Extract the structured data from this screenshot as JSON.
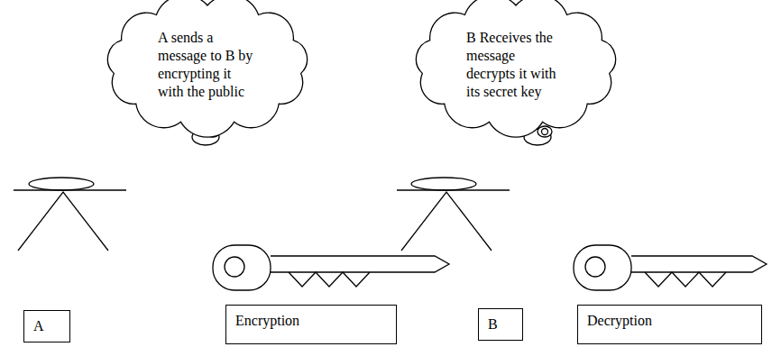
{
  "diagram": {
    "nodes": [
      {
        "text": [
          "A sends a message to B by encrypting it with the public"
        ]
      },
      {
        "text": [
          "B Receives the message decrypts it with its secret key"
        ]
      },
      {
        "text": [
          "A"
        ]
      },
      {
        "text": [
          "Encryption"
        ]
      },
      {
        "text": [
          "B"
        ]
      },
      {
        "text": [
          "Decryption"
        ]
      }
    ]
  }
}
